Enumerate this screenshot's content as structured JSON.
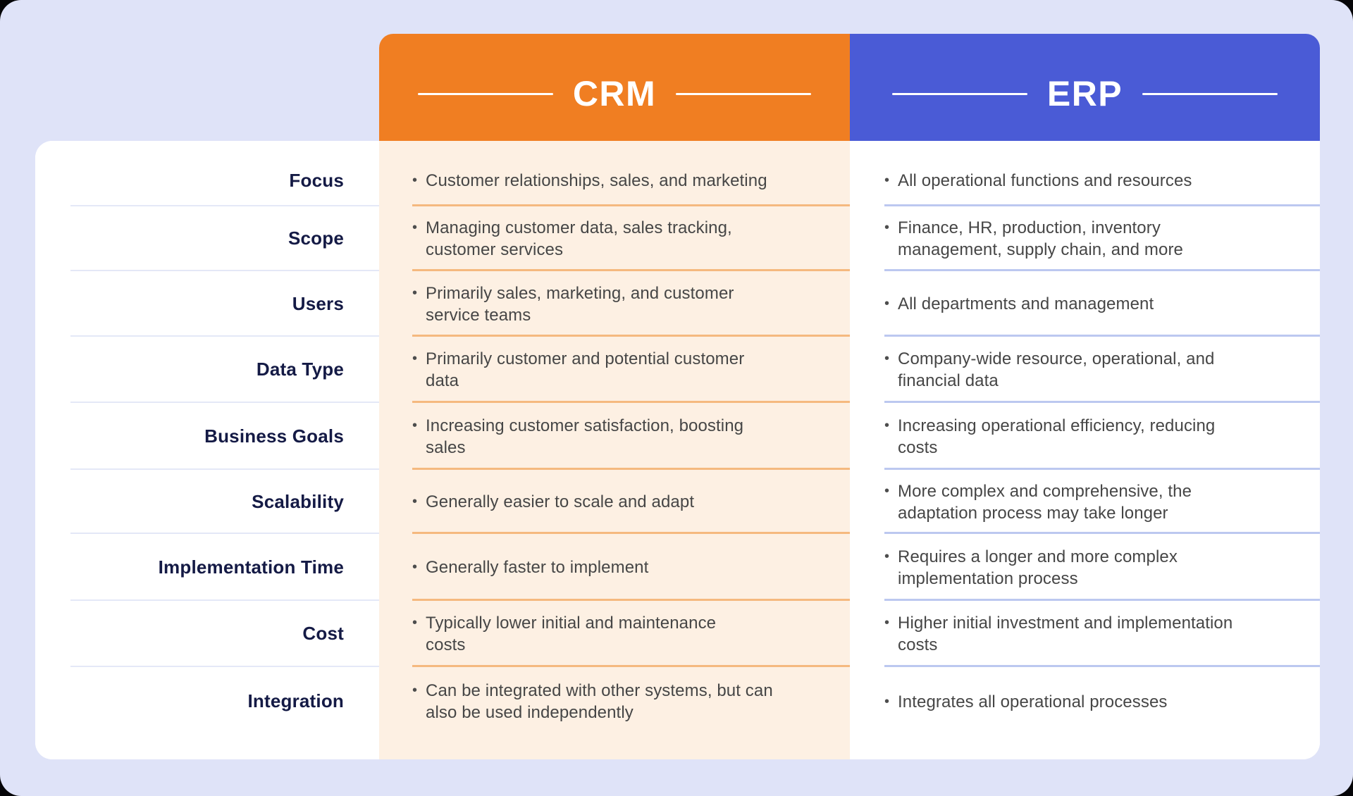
{
  "headers": {
    "crm": "CRM",
    "erp": "ERP"
  },
  "ui": {
    "bullet": "•"
  },
  "colors": {
    "canvas_lavender": "#dfe3f8",
    "crm_orange": "#f07e22",
    "erp_indigo": "#4a5bd6",
    "crm_column_cream": "#fdf0e3",
    "card_white": "#ffffff",
    "label_navy": "#141a45",
    "body_text_gray": "#464646",
    "divider_crm": "#f5b97f",
    "divider_erp": "#bcc8f0",
    "divider_labels": "#e4e8f7",
    "header_text": "#ffffff"
  },
  "rows": [
    {
      "label": "Focus",
      "crm": "Customer relationships, sales, and marketing",
      "erp": "All operational functions and resources"
    },
    {
      "label": "Scope",
      "crm": "Managing customer data, sales tracking,\ncustomer services",
      "erp": "Finance, HR, production, inventory\nmanagement, supply chain, and more"
    },
    {
      "label": "Users",
      "crm": "Primarily sales, marketing, and customer\nservice teams",
      "erp": "All departments and management"
    },
    {
      "label": "Data Type",
      "crm": "Primarily customer and potential customer\ndata",
      "erp": "Company-wide resource, operational, and\nfinancial data"
    },
    {
      "label": "Business Goals",
      "crm": "Increasing customer satisfaction, boosting\nsales",
      "erp": "Increasing operational efficiency, reducing\ncosts"
    },
    {
      "label": "Scalability",
      "crm": "Generally easier to scale and adapt",
      "erp": "More complex and comprehensive, the\nadaptation process may take longer"
    },
    {
      "label": "Implementation Time",
      "crm": "Generally faster to implement",
      "erp": "Requires a longer and more complex\nimplementation process"
    },
    {
      "label": "Cost",
      "crm": "Typically lower initial and maintenance\ncosts",
      "erp": "Higher initial investment and implementation\ncosts"
    },
    {
      "label": "Integration",
      "crm": "Can be integrated with other systems, but can\nalso be used independently",
      "erp": "Integrates all operational processes"
    }
  ]
}
